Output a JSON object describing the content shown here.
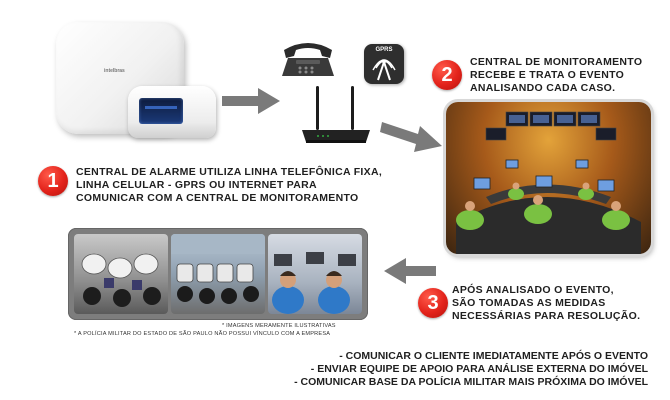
{
  "devices": {
    "panel_brand": "intelbras"
  },
  "gprs_icon": {
    "label": "GPRS"
  },
  "steps": [
    {
      "number": "1",
      "lines": [
        "CENTRAL DE ALARME UTILIZA LINHA TELEFÔNICA FIXA,",
        "LINHA CELULAR - GPRS OU INTERNET PARA",
        "COMUNICAR COM A CENTRAL DE MONITORAMENTO"
      ]
    },
    {
      "number": "2",
      "lines": [
        "CENTRAL DE MONITORAMENTO",
        "RECEBE E TRATA O EVENTO",
        "ANALISANDO CADA CASO."
      ]
    },
    {
      "number": "3",
      "lines": [
        "APÓS ANALISADO O EVENTO,",
        "SÃO TOMADAS AS MEDIDAS",
        "NECESSÁRIAS PARA RESOLUÇÃO."
      ]
    }
  ],
  "notes": {
    "illustrative": "* IMAGENS MERAMENTE ILUSTRATIVAS",
    "police_disclaimer": "* A POLÍCIA MILITAR DO ESTADO DE SÃO PAULO NÃO POSSUI VÍNCULO COM A EMPRESA"
  },
  "actions": [
    "- COMUNICAR O CLIENTE IMEDIATAMENTE APÓS O EVENTO",
    "- ENVIAR EQUIPE DE APOIO PARA ANÁLISE EXTERNA DO IMÓVEL",
    "- COMUNICAR BASE DA POLÍCIA MILITAR MAIS PRÓXIMA DO IMÓVEL"
  ],
  "colors": {
    "badge": "#e3231b",
    "arrow": "#7a7a7a",
    "text": "#1f1f1f"
  },
  "icons": {
    "phone": "desk-phone-icon",
    "gprs": "gprs-signal-icon",
    "router": "wifi-router-icon"
  }
}
